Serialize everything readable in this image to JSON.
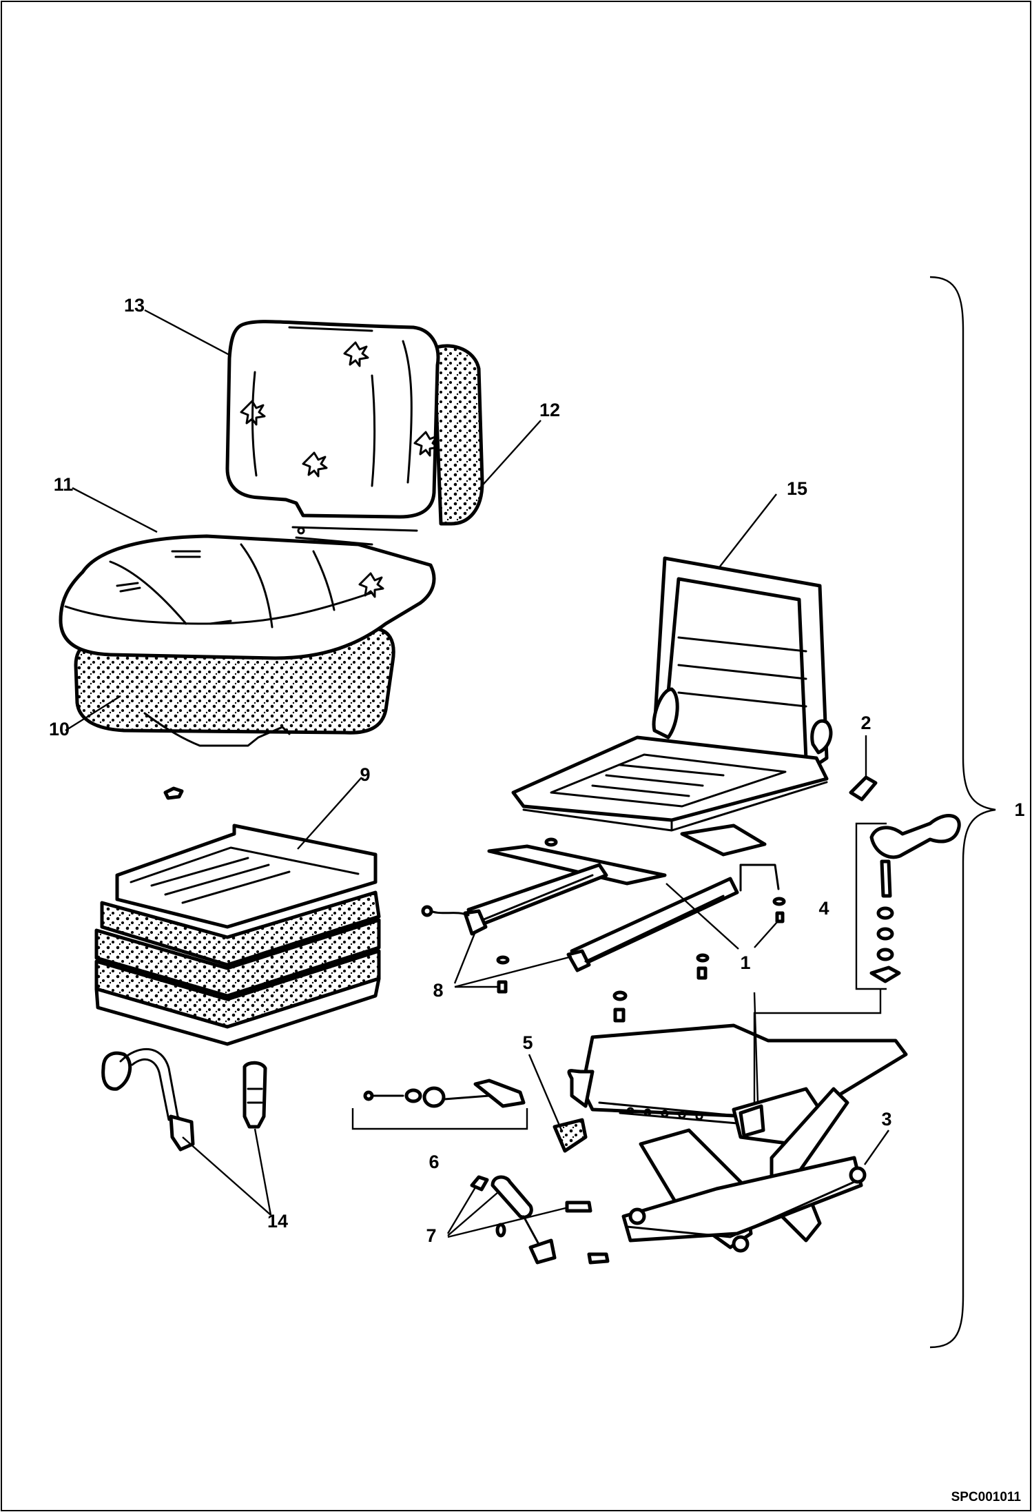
{
  "drawing_code": "SPC001011",
  "callouts": [
    "1",
    "2",
    "3",
    "4",
    "5",
    "6",
    "7",
    "8",
    "9",
    "10",
    "11",
    "12",
    "13",
    "14",
    "15"
  ]
}
